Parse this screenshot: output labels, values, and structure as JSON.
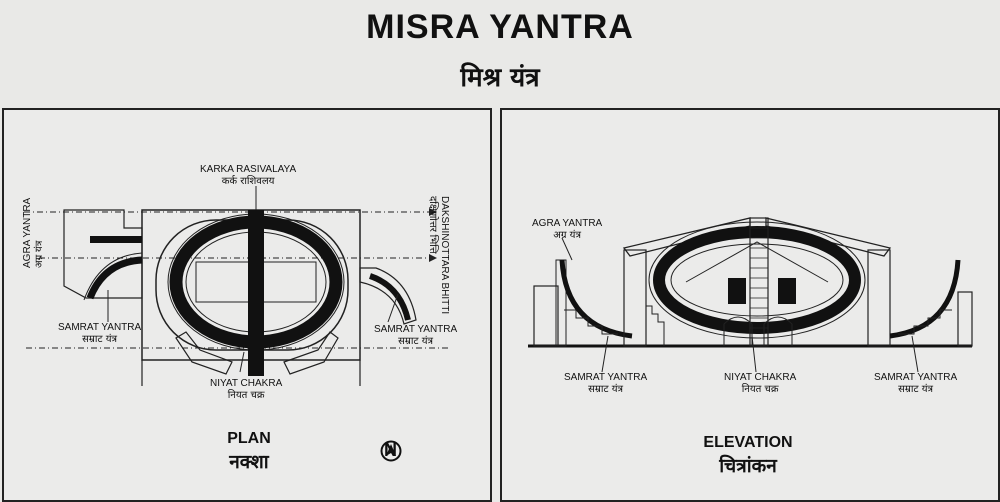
{
  "title": {
    "en": "MISRA YANTRA",
    "hi": "मिश्र यंत्र"
  },
  "plan": {
    "caption_en": "PLAN",
    "caption_hi": "नक्शा",
    "north_letter": "N",
    "labels": {
      "karka_en": "KARKA RASIVALAYA",
      "karka_hi": "कर्क राशिवलय",
      "agra_en": "AGRA YANTRA",
      "agra_hi": "अग्र यंत्र",
      "dakshin_en": "DAKSHINOTTARA BHITTI",
      "dakshin_hi": "दक्षिणोत्तर भित्ति",
      "samrat_left_en": "SAMRAT YANTRA",
      "samrat_left_hi": "सम्राट यंत्र",
      "samrat_right_en": "SAMRAT YANTRA",
      "samrat_right_hi": "सम्राट यंत्र",
      "niyat_en": "NIYAT CHAKRA",
      "niyat_hi": "नियत चक्र"
    }
  },
  "elevation": {
    "caption_en": "ELEVATION",
    "caption_hi": "चित्रांकन",
    "labels": {
      "agra_en": "AGRA YANTRA",
      "agra_hi": "अग्र यंत्र",
      "samrat_left_en": "SAMRAT YANTRA",
      "samrat_left_hi": "सम्राट यंत्र",
      "niyat_en": "NIYAT CHAKRA",
      "niyat_hi": "नियत चक्र",
      "samrat_right_en": "SAMRAT YANTRA",
      "samrat_right_hi": "सम्राट यंत्र"
    }
  }
}
